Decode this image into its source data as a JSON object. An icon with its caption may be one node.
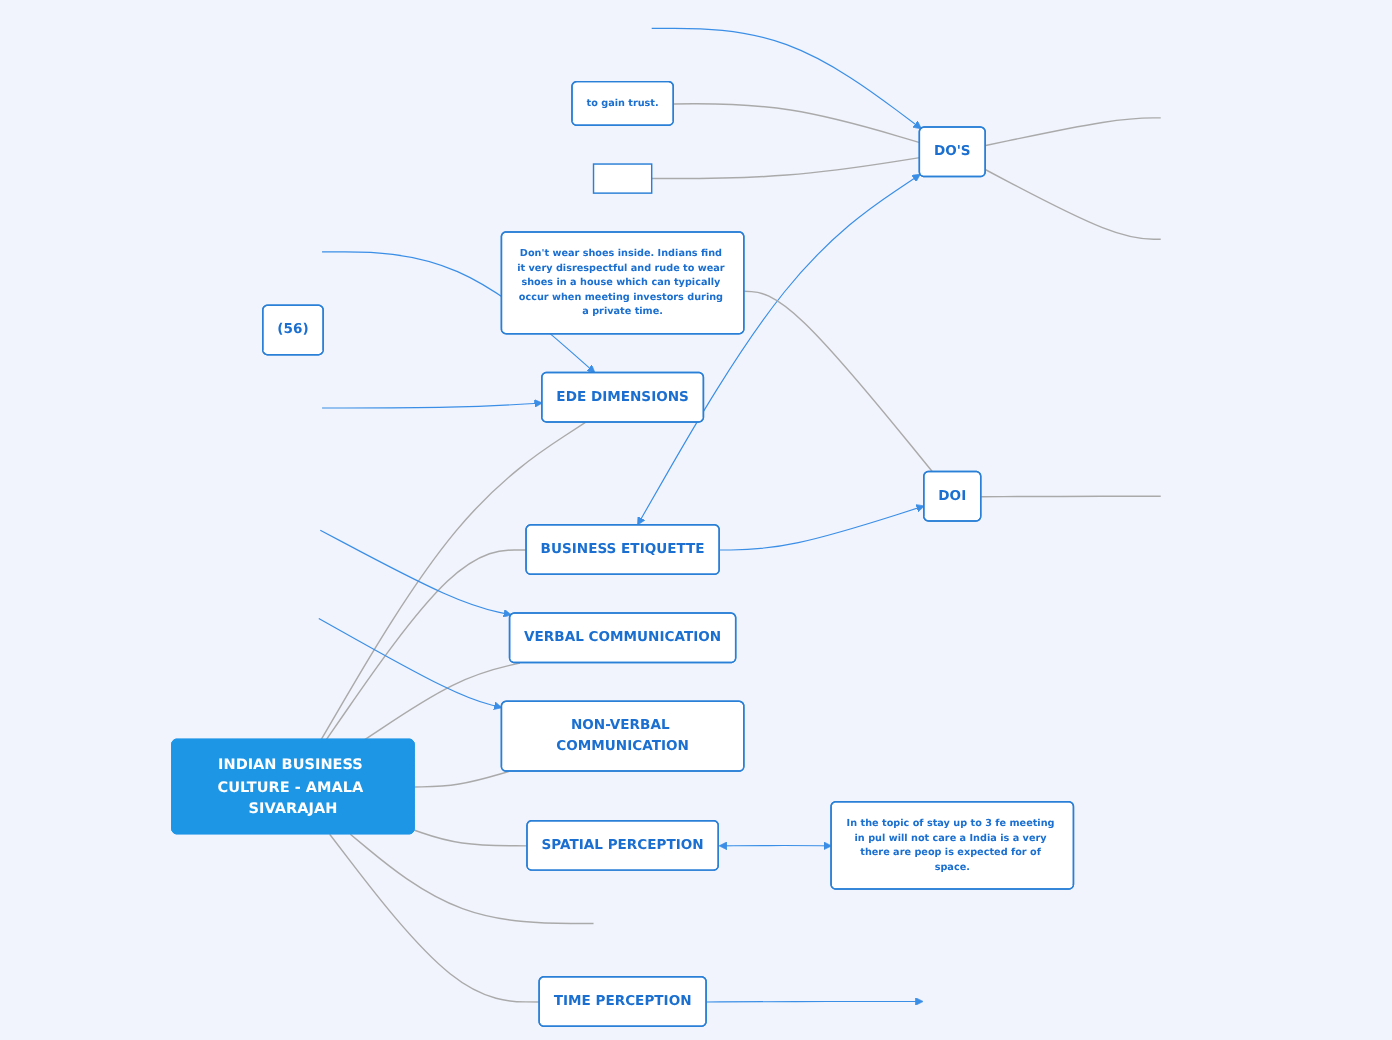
{
  "diagram": {
    "nodes": [
      {
        "text": [
          "INDIAN BUSINESS CULTURE - AMALA SIVARAJAH"
        ]
      },
      {
        "text": [
          "BUSINESS ETIQUETTE"
        ]
      },
      {
        "text": [
          "DO'S"
        ]
      },
      {
        "text": [],
        "shape": "box"
      },
      {
        "text": [
          "to gain trust."
        ]
      },
      {
        "text": [
          "Don't wear shoes inside. Indians find it very disrespectful and rude to wear shoes in a house which can typically occur when meeting investors during a private time."
        ]
      },
      {
        "text": [
          "DOI"
        ]
      },
      {
        "text": [
          "TIME PERCEPTION"
        ]
      },
      {
        "text": [
          "EDE DIMENSIONS"
        ]
      },
      {
        "text": [
          "(56)"
        ]
      },
      {
        "text": [
          "SPATIAL PERCEPTION"
        ]
      },
      {
        "text": [
          "In the topic of stay up to 3 fe meeting in pul will not care a India is a very there are peop is expected for of space."
        ]
      },
      {
        "text": [
          "VERBAL COMMUNICATION"
        ]
      },
      {
        "text": [
          "NON-VERBAL COMMUNICATION"
        ]
      }
    ],
    "edges": [
      {
        "from": 0,
        "to": 1,
        "arrow": "none"
      },
      {
        "from": 0,
        "to": 7,
        "arrow": "none"
      },
      {
        "from": 0,
        "to": null,
        "arrow": "none"
      },
      {
        "from": 0,
        "to": 10,
        "arrow": "none"
      },
      {
        "from": 0,
        "to": 13,
        "arrow": "none"
      },
      {
        "from": 0,
        "to": 12,
        "arrow": "none"
      },
      {
        "from": 0,
        "to": 8,
        "arrow": "none"
      },
      {
        "from": 2,
        "to": 1,
        "arrow": "both",
        "color": "#3a8ee6"
      },
      {
        "from": 3,
        "to": 2,
        "arrow": "none"
      },
      {
        "from": 4,
        "to": 2,
        "arrow": "none"
      },
      {
        "from": 2,
        "to": null,
        "arrow": "none"
      },
      {
        "from": 2,
        "to": null,
        "arrow": "none"
      },
      {
        "from": null,
        "to": 2,
        "arrow": "to",
        "color": "#3a8ee6"
      },
      {
        "from": 1,
        "to": 6,
        "arrow": "to",
        "color": "#3a8ee6"
      },
      {
        "from": 5,
        "to": 6,
        "arrow": "none"
      },
      {
        "from": 6,
        "to": null,
        "arrow": "none"
      },
      {
        "from": 7,
        "to": null,
        "arrow": "to",
        "color": "#3a8ee6"
      },
      {
        "from": 10,
        "to": 11,
        "arrow": "both",
        "color": "#3a8ee6"
      },
      {
        "from": null,
        "to": 8,
        "arrow": "to",
        "color": "#3a8ee6"
      },
      {
        "from": null,
        "to": 8,
        "arrow": "to",
        "color": "#3a8ee6"
      },
      {
        "from": null,
        "to": 12,
        "arrow": "to",
        "color": "#3a8ee6"
      },
      {
        "from": null,
        "to": 13,
        "arrow": "to",
        "color": "#3a8ee6"
      }
    ]
  }
}
